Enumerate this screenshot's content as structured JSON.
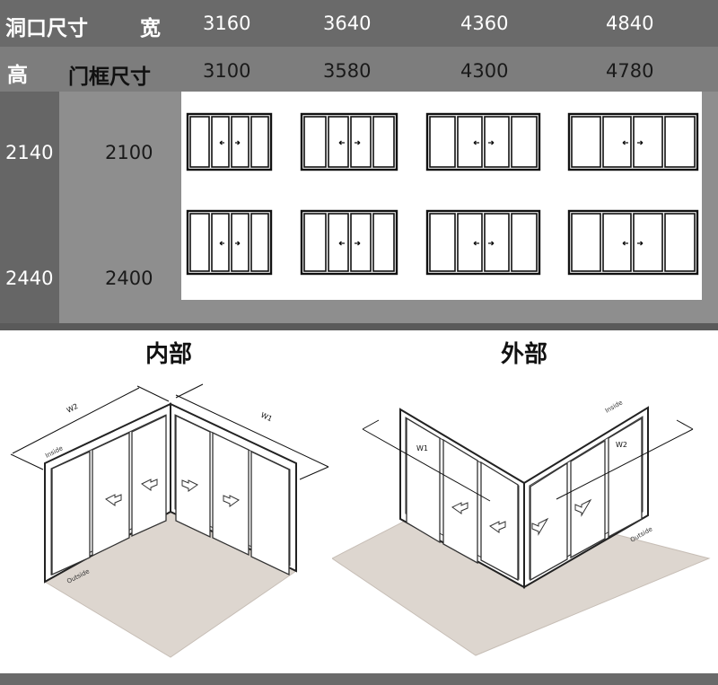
{
  "table": {
    "opening_size_label": "洞口尺寸",
    "width_label": "宽",
    "height_label": "高",
    "frame_size_label": "门框尺寸",
    "opening_widths": [
      "3160",
      "3640",
      "4360",
      "4840"
    ],
    "frame_widths": [
      "3100",
      "3580",
      "4300",
      "4780"
    ],
    "opening_heights": [
      "2140",
      "2440"
    ],
    "frame_heights": [
      "2100",
      "2400"
    ],
    "door_layouts": [
      {
        "panels": 4,
        "arrow": "center-split"
      },
      {
        "panels": 4,
        "arrow": "center-split"
      },
      {
        "panels": 4,
        "arrow": "center-split"
      },
      {
        "panels": 4,
        "arrow": "center-split"
      }
    ]
  },
  "diagrams": {
    "interior_title": "内部",
    "exterior_title": "外部",
    "interior": {
      "w1": "W1",
      "w2": "W2",
      "inside": "Inside",
      "outside": "Outside"
    },
    "exterior": {
      "w1": "W1",
      "w2": "W2",
      "inside": "Inside",
      "outside": "Outside"
    }
  }
}
